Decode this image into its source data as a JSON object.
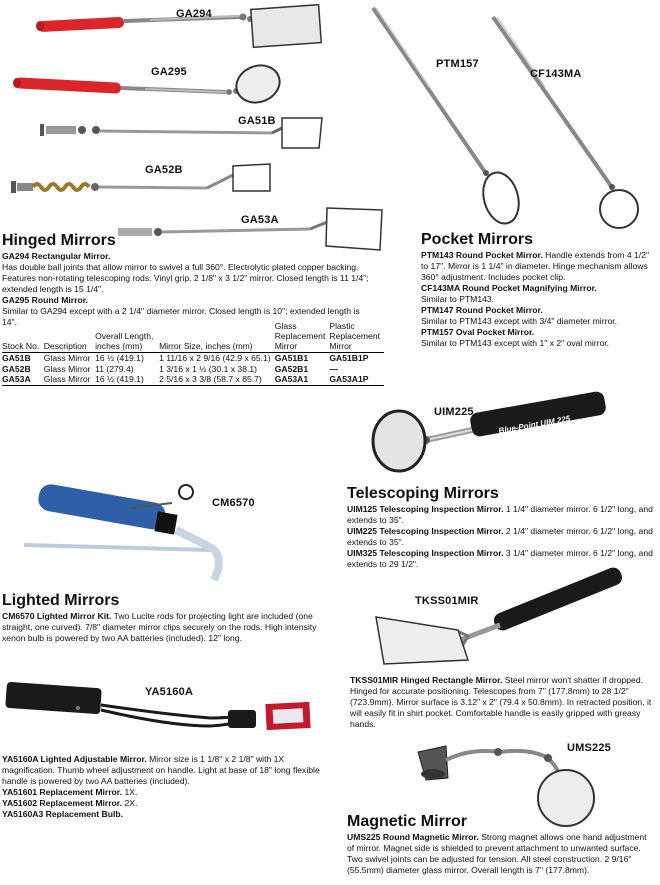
{
  "labels": {
    "ga294": "GA294",
    "ga295": "GA295",
    "ga51b": "GA51B",
    "ga52b": "GA52B",
    "ga53a": "GA53A",
    "ptm157": "PTM157",
    "cf143ma": "CF143MA",
    "uim225": "UIM225",
    "cm6570": "CM6570",
    "tkss01mir": "TKSS01MIR",
    "ya5160a": "YA5160A",
    "ums225": "UMS225"
  },
  "hinged": {
    "title": "Hinged Mirrors",
    "p1_bold": "GA294 Rectangular Mirror.",
    "p1_text": "Has double ball joints that allow mirror to swivel a full 360°. Electrolytic plated copper backing. Features non-rotating telescoping rods. Vinyl grip. 2 1/8\" x 3 1/2\" mirror. Closed length is 11 1/4\"; extended length is 15 1/4\".",
    "p2_bold": "GA295 Round Mirror.",
    "p2_text": "Similar to GA294 except with a 2 1/4\" diameter mirror. Closed length is 10\"; extended length is 14\".",
    "table": {
      "headers": [
        "Stock No.",
        "Description",
        "Overall Length, inches (mm)",
        "Mirror Size, inches (mm)",
        "Glass Replacement Mirror",
        "Plastic Replacement Mirror"
      ],
      "rows": [
        [
          "GA51B",
          "Glass Mirror",
          "16 ½ (419.1)",
          "1 11/16 x 2 9/16 (42.9 x 65.1)",
          "GA51B1",
          "GA51B1P"
        ],
        [
          "GA52B",
          "Glass Mirror",
          "11 (279.4)",
          "1 3/16 x 1 ½ (30.1 x 38.1)",
          "GA52B1",
          "—"
        ],
        [
          "GA53A",
          "Glass Mirror",
          "16 ½ (419.1)",
          "2 5/16 x 3 3/8 (58.7 x 85.7)",
          "GA53A1",
          "GA53A1P"
        ]
      ]
    }
  },
  "pocket": {
    "title": "Pocket Mirrors",
    "items": [
      {
        "bold": "PTM143 Round Pocket Mirror.",
        "text": "Handle extends from 4 1/2\" to 17\". Mirror is 1 1/4\" in diameter. Hinge mechanism allows 360° adjustment. Includes pocket clip."
      },
      {
        "bold": "CF143MA Round Pocket Magnifying Mirror.",
        "text": "Similar to PTM143."
      },
      {
        "bold": "PTM147 Round Pocket Mirror.",
        "text": "Similar to PTM143 except with 3/4\" diameter mirror."
      },
      {
        "bold": "PTM157 Oval Pocket Mirror.",
        "text": "Similar to PTM143 except with 1\" x 2\" oval mirror."
      }
    ]
  },
  "telescoping": {
    "title": "Telescoping Mirrors",
    "handle_text": "Blue-Point UIM 225",
    "items": [
      {
        "bold": "UIM125 Telescoping Inspection Mirror.",
        "text": "1 1/4\" diameter mirror. 6 1/2\" long, and extends to 35\"."
      },
      {
        "bold": "UIM225 Telescoping Inspection Mirror.",
        "text": "2 1/4\" diameter mirror. 6 1/2\" long, and extends to 35\"."
      },
      {
        "bold": "UIM325 Telescoping Inspection Mirror.",
        "text": "3 1/4\" diameter mirror. 6 1/2\" long, and extends to 29 1/2\"."
      }
    ]
  },
  "lighted": {
    "title": "Lighted Mirrors",
    "bold": "CM6570 Lighted Mirror Kit.",
    "text": "Two Lucite rods for projecting light are included (one straight, one curved). 7/8\" diameter mirror clips securely on the rods. High intensity xenon bulb is powered by two AA batteries (included). 12\" long."
  },
  "tkss": {
    "bold": "TKSS01MIR Hinged Rectangle Mirror.",
    "text": "Steel mirror won't shatter if dropped. Hinged for accurate positioning. Telescopes from 7\" (177.8mm) to 28 1/2\" (723.9mm). Mirror surface is 3.12\" x 2\" (79.4 x 50.8mm). In retracted position, it will easily fit in shirt pocket. Comfortable handle is easily gripped with greasy hands."
  },
  "ya": {
    "p1_bold": "YA5160A Lighted Adjustable Mirror.",
    "p1_text": "Mirror size is 1 1/8\" x 2 1/8\" with 1X magnification. Thumb wheel adjustment on handle. Light at base of 18\" long flexible handle is powered by two AA batteries (included).",
    "lines": [
      {
        "bold": "YA51601 Replacement Mirror.",
        "text": "1X."
      },
      {
        "bold": "YA51602 Replacement Mirror.",
        "text": "2X."
      },
      {
        "bold": "YA5160A3 Replacement Bulb.",
        "text": ""
      }
    ]
  },
  "magnetic": {
    "title": "Magnetic Mirror",
    "bold": "UMS225 Round Magnetic Mirror.",
    "text": "Strong magnet allows one hand adjustment of mirror. Magnet side is shielded to prevent attachment to unwanted surface. Two swivel joints can be adjusted for tension. All steel construction. 2 9/16\" (55.5mm) diameter glass mirror. Overall length is 7\" (177.8mm)."
  },
  "colors": {
    "red_grip": "#d8262a",
    "blue_handle": "#2f5fa8",
    "black_handle": "#1a1a1a",
    "red_mirror": "#c21b2e"
  }
}
